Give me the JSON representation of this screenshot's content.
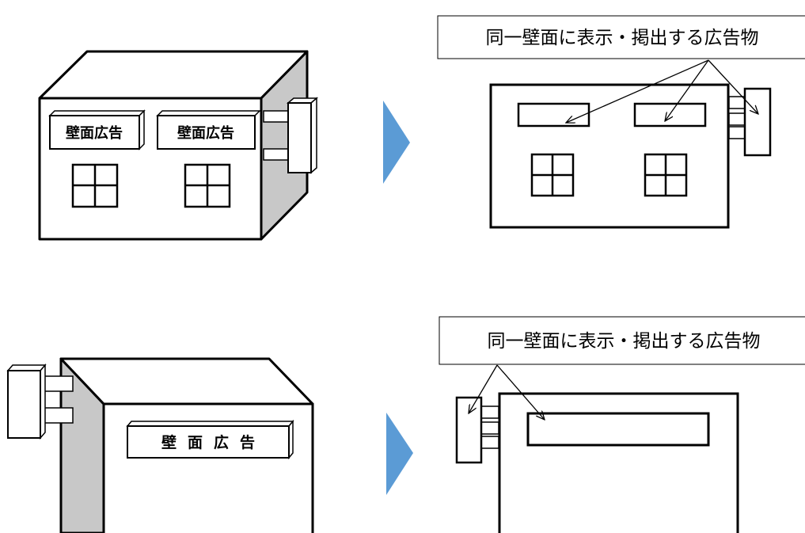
{
  "scene1": {
    "building_signs": [
      "壁面広告",
      "壁面広告"
    ],
    "callout": "同一壁面に表示・掲出する広告物"
  },
  "scene2": {
    "building_sign": "壁面広告",
    "callout": "同一壁面に表示・掲出する広告物"
  },
  "colors": {
    "arrow": "#5b9bd5",
    "side_wall": "#c8c8c8",
    "stroke": "#000000"
  }
}
